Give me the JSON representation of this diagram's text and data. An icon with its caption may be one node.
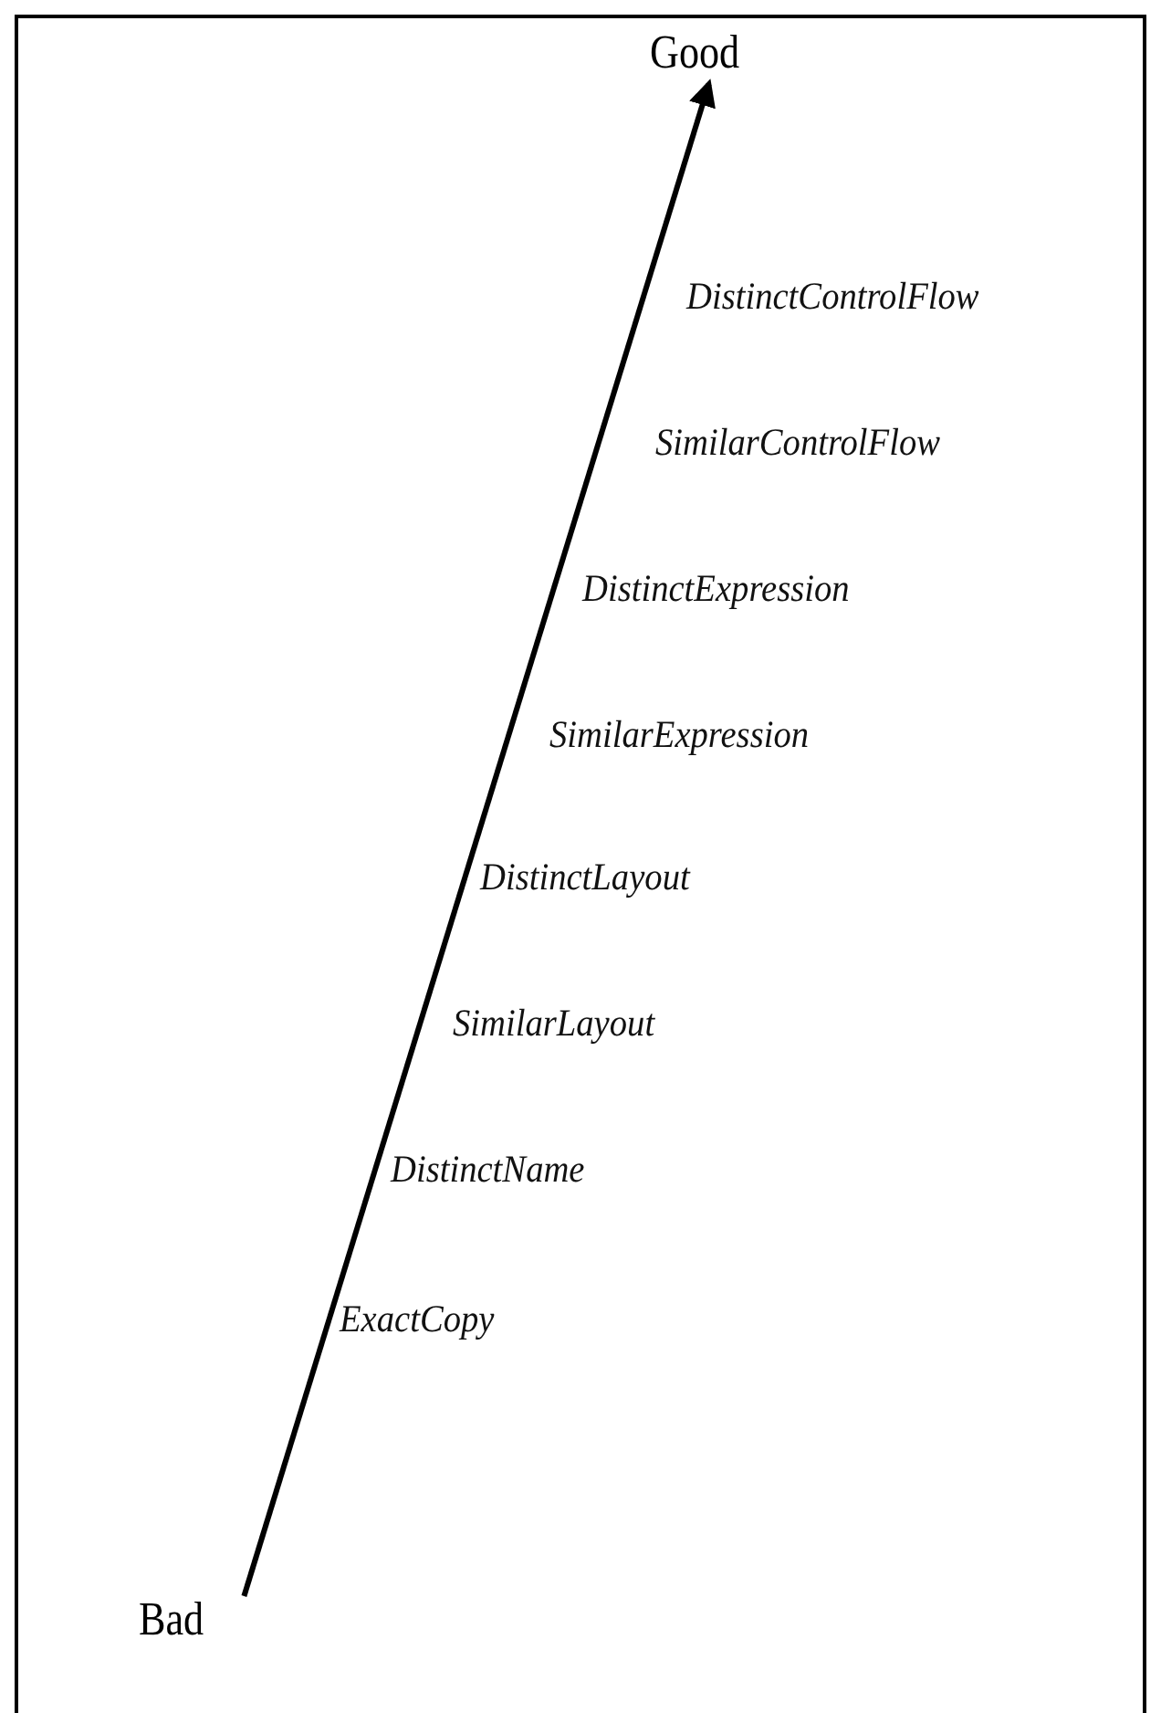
{
  "diagram": {
    "nodes": [
      {
        "text": [
          "Good"
        ]
      },
      {
        "text": [
          "Bad"
        ]
      }
    ],
    "edges": [
      {
        "from": 1,
        "to": 0,
        "arrow": "to"
      }
    ],
    "labels": [
      "DistinctControlFlow",
      "SimilarControlFlow",
      "DistinctExpression",
      "SimilarExpression",
      "DistinctLayout",
      "SimilarLayout",
      "DistinctName",
      "ExactCopy"
    ]
  }
}
